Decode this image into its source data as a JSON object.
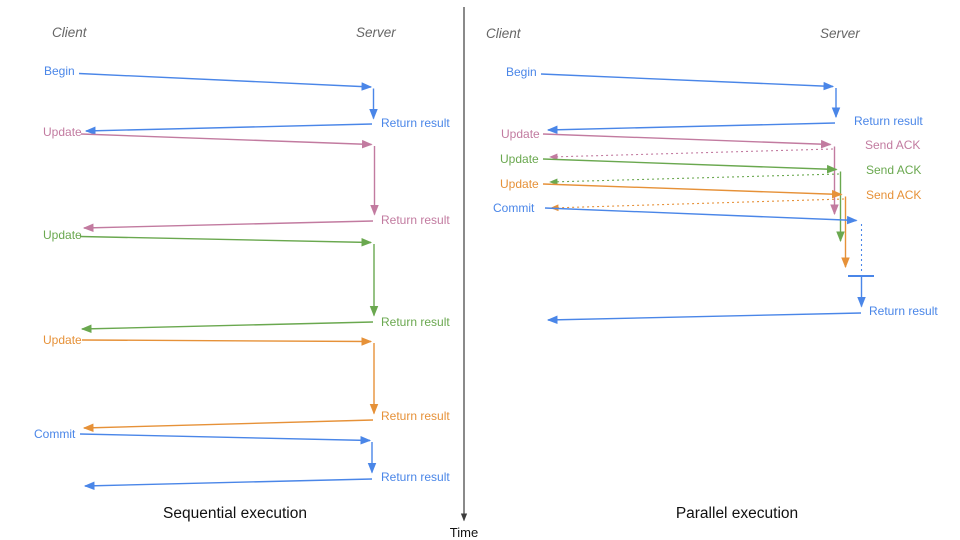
{
  "colors": {
    "blue": "#4a86e8",
    "pink": "#c27ba0",
    "green": "#6aa84f",
    "orange": "#e69138",
    "header_gray": "#666666",
    "text_black": "#111111",
    "axis": "#3c3c3c"
  },
  "sequential": {
    "client_header": "Client",
    "server_header": "Server",
    "title": "Sequential execution",
    "steps": [
      {
        "request": "Begin",
        "response": "Return result"
      },
      {
        "request": "Update",
        "response": "Return result"
      },
      {
        "request": "Update",
        "response": "Return result"
      },
      {
        "request": "Update",
        "response": "Return result"
      },
      {
        "request": "Commit",
        "response": "Return result"
      }
    ]
  },
  "parallel": {
    "client_header": "Client",
    "server_header": "Server",
    "title": "Parallel execution",
    "steps": [
      {
        "request": "Begin",
        "response": "Return result"
      },
      {
        "request": "Update",
        "response": "Send ACK"
      },
      {
        "request": "Update",
        "response": "Send ACK"
      },
      {
        "request": "Update",
        "response": "Send ACK"
      },
      {
        "request": "Commit",
        "response": "Return result"
      }
    ]
  },
  "divider": {
    "time_label": "Time"
  }
}
